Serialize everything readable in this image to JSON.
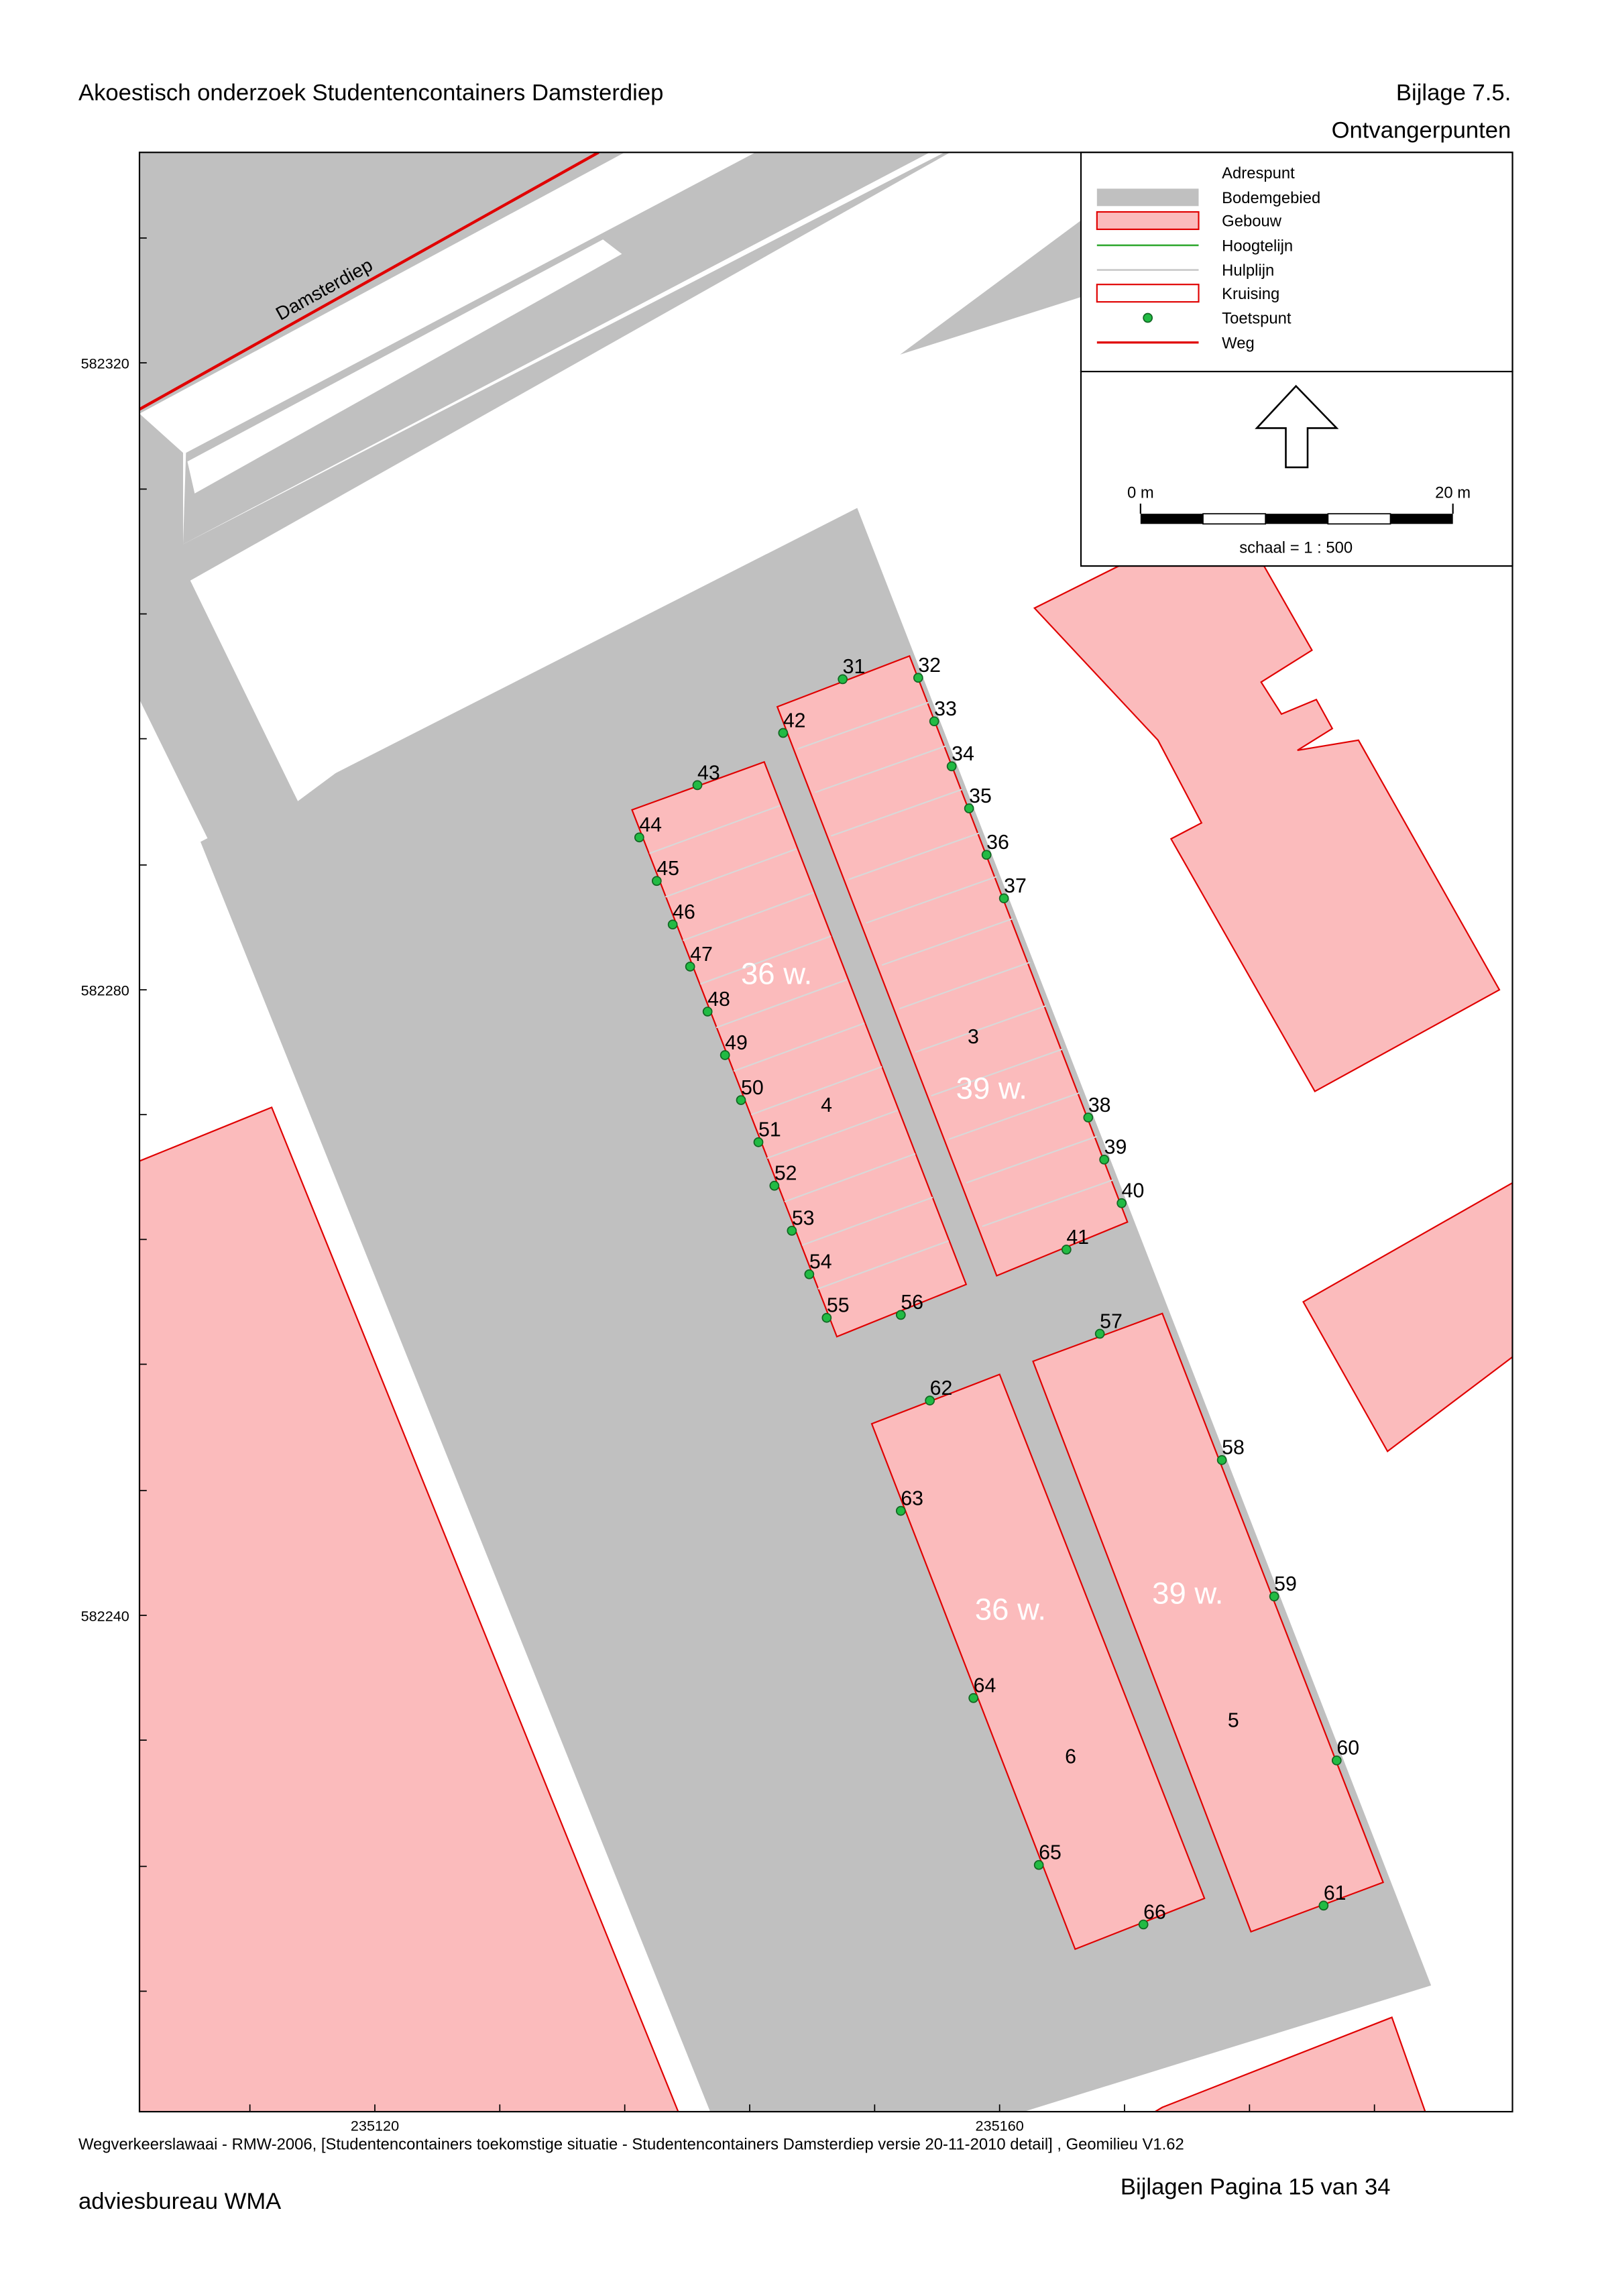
{
  "header": {
    "title": "Akoestisch onderzoek Studentencontainers Damsterdiep",
    "appendix": "Bijlage 7.5.",
    "subtitle": "Ontvangerpunten"
  },
  "map": {
    "road_name": "Damsterdiep",
    "y_axis_labels": [
      "582320",
      "582280",
      "582240"
    ],
    "x_axis_labels": [
      "235120",
      "235160"
    ],
    "buildings": [
      {
        "id": "3",
        "units": "39 w."
      },
      {
        "id": "4",
        "units": "36 w."
      },
      {
        "id": "5",
        "units": "39 w."
      },
      {
        "id": "6",
        "units": "36 w."
      }
    ],
    "receiver_points": [
      "31",
      "32",
      "33",
      "34",
      "35",
      "36",
      "37",
      "38",
      "39",
      "40",
      "41",
      "42",
      "43",
      "44",
      "45",
      "46",
      "47",
      "48",
      "49",
      "50",
      "51",
      "52",
      "53",
      "54",
      "55",
      "56",
      "57",
      "58",
      "59",
      "60",
      "61",
      "62",
      "63",
      "64",
      "65",
      "66"
    ]
  },
  "legend": {
    "items": [
      {
        "label": "Adrespunt",
        "symbol": "none"
      },
      {
        "label": "Bodemgebied",
        "symbol": "grey-fill",
        "color": "#c0c0c0"
      },
      {
        "label": "Gebouw",
        "symbol": "pink-fill",
        "color": "#fbbbbc"
      },
      {
        "label": "Hoogtelijn",
        "symbol": "green-line",
        "color": "#33aa33"
      },
      {
        "label": "Hulplijn",
        "symbol": "grey-line",
        "color": "#c8c8c8"
      },
      {
        "label": "Kruising",
        "symbol": "red-outline",
        "color": "#e00000"
      },
      {
        "label": "Toetspunt",
        "symbol": "green-dot",
        "color": "#22bb44"
      },
      {
        "label": "Weg",
        "symbol": "red-line",
        "color": "#e00000"
      }
    ]
  },
  "scale": {
    "start_label": "0 m",
    "end_label": "20 m",
    "text": "schaal = 1 : 500",
    "north_icon": "north-arrow-icon"
  },
  "footer": {
    "source": "Wegverkeerslawaai - RMW-2006, [Studentencontainers toekomstige situatie - Studentencontainers Damsterdiep versie 20-11-2010 detail] , Geomilieu V1.62",
    "company": "adviesbureau WMA",
    "page": "Bijlagen Pagina 15 van 34"
  },
  "colors": {
    "ground": "#c0c0c0",
    "building_fill": "#fbbbbc",
    "building_stroke": "#e00000",
    "road": "#e00000",
    "point": "#22bb44"
  }
}
